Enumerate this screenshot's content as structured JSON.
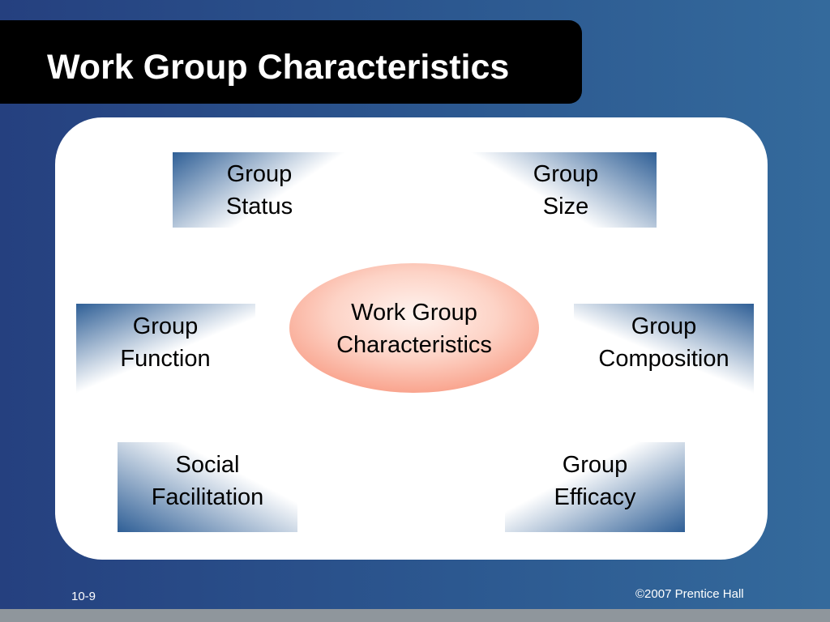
{
  "slide": {
    "title": "Work Group Characteristics",
    "center": {
      "line1": "Work Group",
      "line2": "Characteristics"
    },
    "boxes": {
      "status": {
        "line1": "Group",
        "line2": "Status"
      },
      "size": {
        "line1": "Group",
        "line2": "Size"
      },
      "function": {
        "line1": "Group",
        "line2": "Function"
      },
      "composition": {
        "line1": "Group",
        "line2": "Composition"
      },
      "social": {
        "line1": "Social",
        "line2": "Facilitation"
      },
      "efficacy": {
        "line1": "Group",
        "line2": "Efficacy"
      }
    },
    "footer": {
      "page": "10-9",
      "copyright": "©2007 Prentice Hall"
    }
  },
  "colors": {
    "background": "#2c5890",
    "title_box": "#000000",
    "callout_dark": "#2f5f96",
    "ellipse_center": "#fff4f0",
    "ellipse_edge": "#f9a48e"
  }
}
